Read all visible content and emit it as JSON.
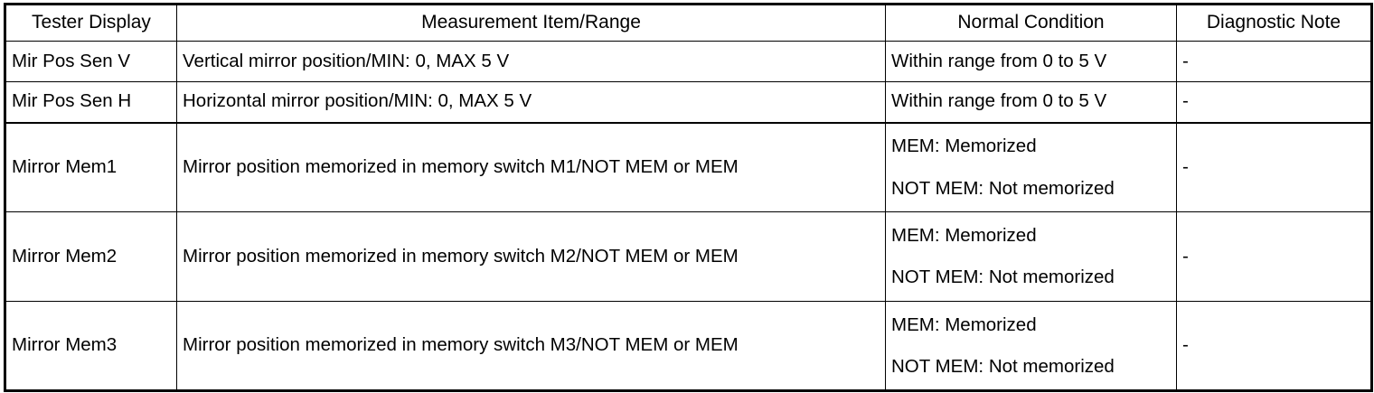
{
  "table": {
    "columns": [
      {
        "key": "tester",
        "label": "Tester Display"
      },
      {
        "key": "measure",
        "label": "Measurement Item/Range"
      },
      {
        "key": "normal",
        "label": "Normal Condition"
      },
      {
        "key": "note",
        "label": "Diagnostic Note"
      }
    ],
    "rows": [
      {
        "tester": "Mir Pos Sen V",
        "measure": "Vertical mirror position/MIN: 0, MAX 5 V",
        "normal_lines": [
          "Within range from 0 to 5 V"
        ],
        "note": "-"
      },
      {
        "tester": "Mir Pos Sen H",
        "measure": "Horizontal mirror position/MIN: 0, MAX 5 V",
        "normal_lines": [
          "Within range from 0 to 5 V"
        ],
        "note": "-"
      },
      {
        "tester": "Mirror Mem1",
        "measure": "Mirror position memorized in memory switch M1/NOT MEM or MEM",
        "normal_lines": [
          "MEM: Memorized",
          "NOT MEM: Not memorized"
        ],
        "note": "-"
      },
      {
        "tester": "Mirror Mem2",
        "measure": "Mirror position memorized in memory switch M2/NOT MEM or MEM",
        "normal_lines": [
          "MEM: Memorized",
          "NOT MEM: Not memorized"
        ],
        "note": "-"
      },
      {
        "tester": "Mirror Mem3",
        "measure": "Mirror position memorized in memory switch M3/NOT MEM or MEM",
        "normal_lines": [
          "MEM: Memorized",
          "NOT MEM: Not memorized"
        ],
        "note": "-"
      }
    ]
  },
  "style": {
    "border_color": "#000000",
    "background": "#ffffff",
    "text_color": "#000000"
  }
}
